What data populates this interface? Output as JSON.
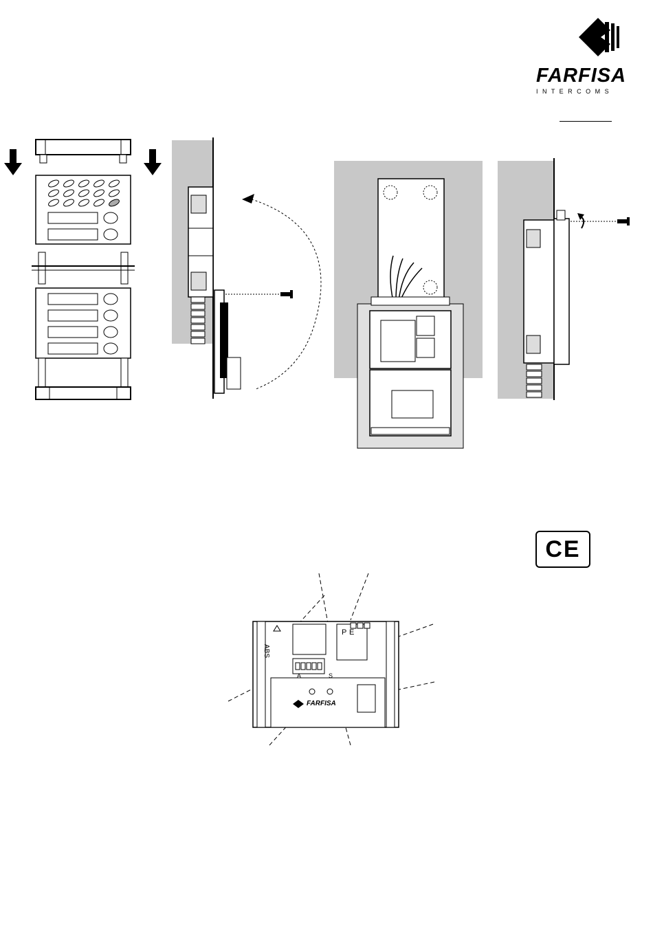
{
  "brand": {
    "name": "FARFISA",
    "tagline": "I N T E R C O M S"
  },
  "marks": {
    "ce": "CE"
  },
  "figures": {
    "terminal_labels": {
      "abs": "ABS",
      "p": "P",
      "e": "E",
      "a_marker": "A",
      "s_marker": "S",
      "module_brand": "FARFISA"
    }
  },
  "icons": {
    "logo": "farfisa-logo-icon",
    "arrow_down": "down-arrow-icon",
    "screw": "screw-icon",
    "rotate": "rotate-arrow-icon"
  }
}
